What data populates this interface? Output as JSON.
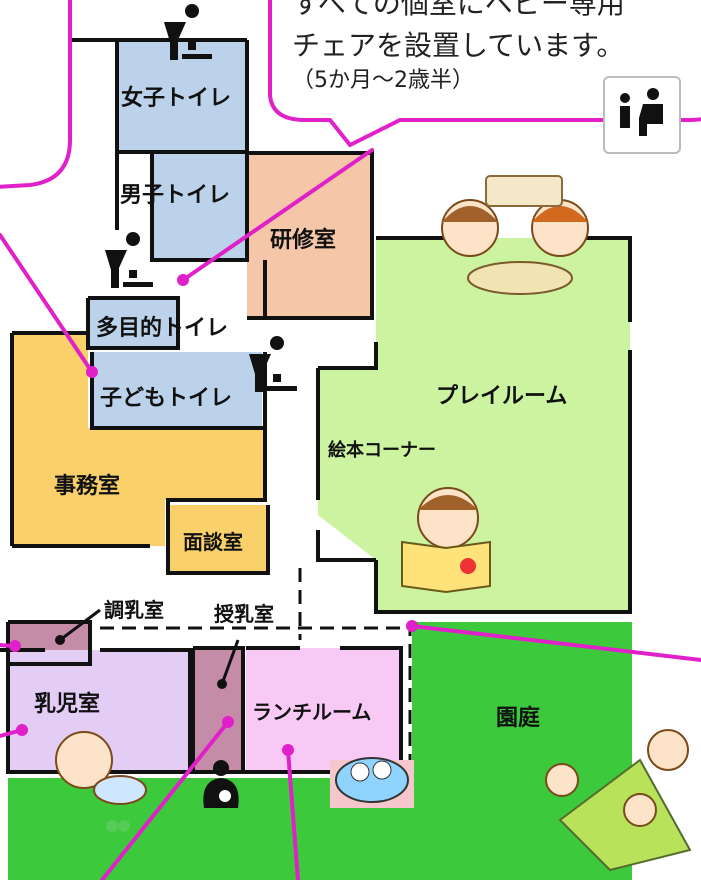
{
  "bubble": {
    "line1": "すべての個室にベビー専用",
    "line2": "チェアを設置しています。",
    "line3": "（5か月〜2歳半）"
  },
  "rooms": {
    "girls_toilet": "女子トイレ",
    "boys_toilet": "男子トイレ",
    "training_room": "研修室",
    "multipurpose_toilet": "多目的トイレ",
    "kids_toilet": "子どもトイレ",
    "play_room": "プレイルーム",
    "picture_book_corner": "絵本コーナー",
    "office": "事務室",
    "interview_room": "面談室",
    "formula_room": "調乳室",
    "nursing_room": "授乳室",
    "infant_room": "乳児室",
    "lunch_room": "ランチルーム",
    "garden": "園庭"
  },
  "icons": {
    "baby_chair_sign": "baby-chair-sign-icon",
    "changing_table": "diaper-changing-icon",
    "nursing": "nursing-mother-icon"
  },
  "colors": {
    "toilet": "#bcd2ea",
    "training": "#f5c7a8",
    "playroom": "#ccf3a0",
    "office": "#f9d06a",
    "infant": "#e3cdf5",
    "lunch": "#f8c9f5",
    "nursing": "#c58ca8",
    "garden": "#3dc93c",
    "callout": "#e020c8"
  }
}
